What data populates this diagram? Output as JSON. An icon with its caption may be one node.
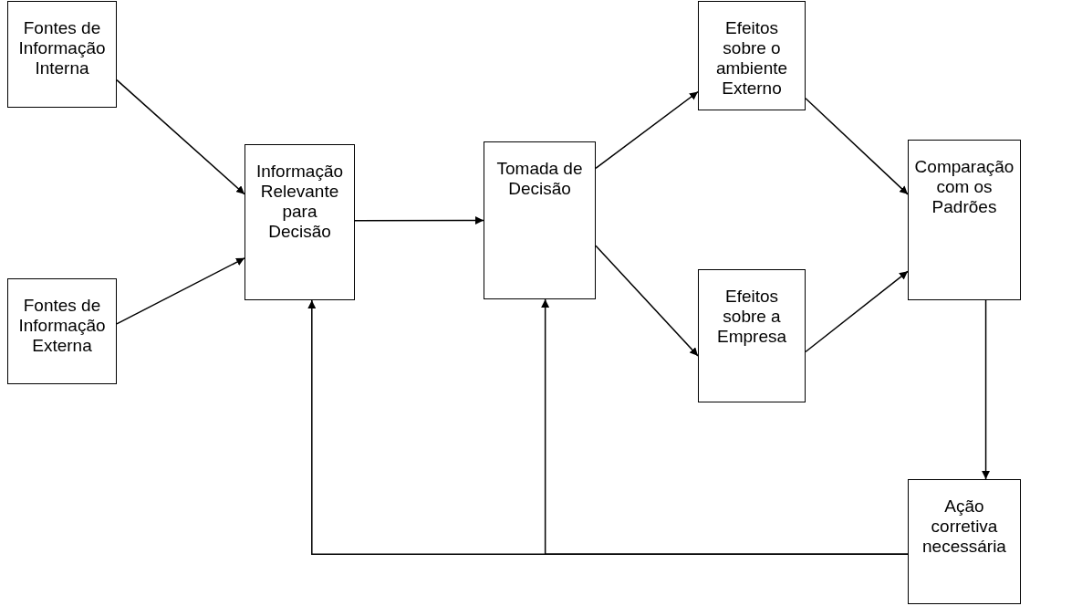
{
  "diagram": {
    "nodes": [
      {
        "text": [
          "Fontes de Informação Interna"
        ]
      },
      {
        "text": [
          "Fontes de Informação Externa"
        ]
      },
      {
        "text": [
          "Informação Relevante para Decisão"
        ]
      },
      {
        "text": [
          "Tomada de Decisão"
        ]
      },
      {
        "text": [
          "Efeitos sobre o ambiente Externo"
        ]
      },
      {
        "text": [
          "Efeitos sobre a Empresa"
        ]
      },
      {
        "text": [
          "Comparação com os Padrões"
        ]
      },
      {
        "text": [
          "Ação corretiva necessária"
        ]
      }
    ],
    "edges": [
      {
        "from": 0,
        "to": 2,
        "arrow": "to"
      },
      {
        "from": 1,
        "to": 2,
        "arrow": "to"
      },
      {
        "from": 2,
        "to": 3,
        "arrow": "to"
      },
      {
        "from": 3,
        "to": 4,
        "arrow": "to"
      },
      {
        "from": 3,
        "to": 5,
        "arrow": "to"
      },
      {
        "from": 4,
        "to": 6,
        "arrow": "to"
      },
      {
        "from": 5,
        "to": 6,
        "arrow": "to"
      },
      {
        "from": 6,
        "to": 7,
        "arrow": "to"
      },
      {
        "from": 7,
        "to": 2,
        "arrow": "to"
      },
      {
        "from": 7,
        "to": 3,
        "arrow": "to"
      }
    ]
  }
}
